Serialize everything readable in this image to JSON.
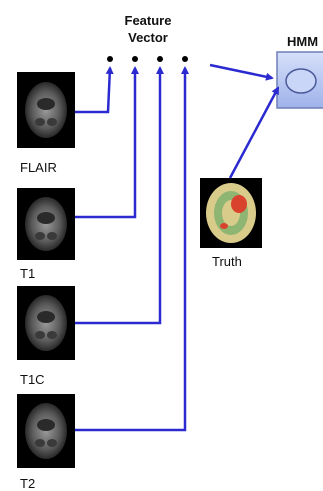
{
  "diagram": {
    "title_line1": "Feature",
    "title_line2": "Vector",
    "model_label": "HMM",
    "inputs": [
      {
        "label": "FLAIR"
      },
      {
        "label": "T1"
      },
      {
        "label": "T1C"
      },
      {
        "label": "T2"
      }
    ],
    "truth_label": "Truth"
  },
  "colors": {
    "arrow": "#2a2ad0",
    "hmm_fill": "#b8c8f4",
    "hmm_border": "#6f7fb8",
    "scan_bg": "#000000",
    "brain_tissue": "#d9cb8a",
    "brain_white_matter": "#8fb573",
    "lesion": "#d9432e"
  }
}
